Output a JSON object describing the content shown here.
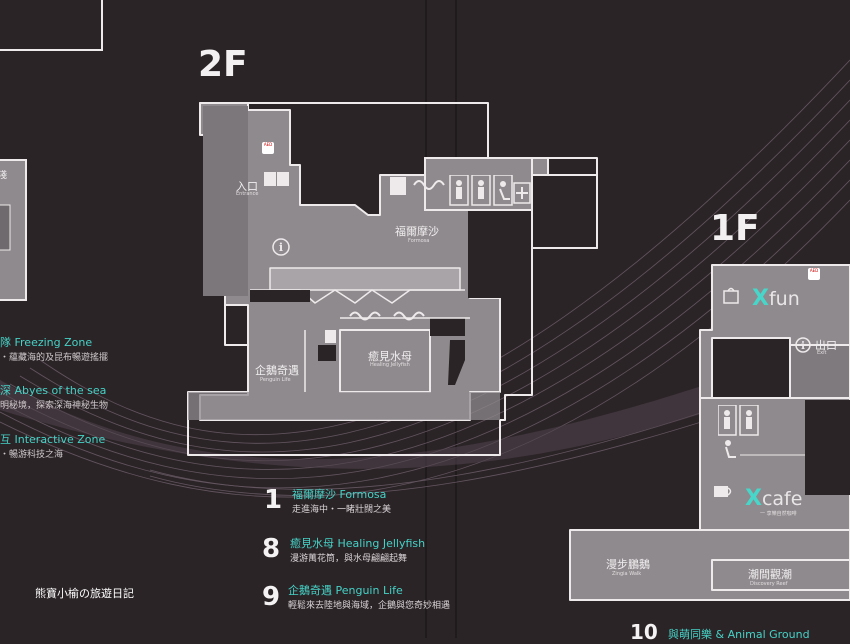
{
  "floors": {
    "upper": "2F",
    "lower": "1F"
  },
  "left_zones": [
    {
      "en": "Freezing Zone",
      "en_prefix": "隊",
      "zh": "・蘊藏海的及昆布暢遊搖擺"
    },
    {
      "en": "Abyes of the sea",
      "en_prefix": "深",
      "zh": "明秘境，探索深海神秘生物"
    },
    {
      "en": "Interactive Zone",
      "en_prefix": "互",
      "zh": "・暢游科技之海"
    }
  ],
  "left_room_label": "淺",
  "map_2f": {
    "entrance_zh": "入口",
    "entrance_en": "Entrance",
    "formosa_zh": "福爾摩沙",
    "formosa_en": "Formosa",
    "penguin_zh": "企鵝奇遇",
    "penguin_en": "Penguin Life",
    "jellyfish_zh": "癒見水母",
    "jellyfish_en": "Healing Jellyfish"
  },
  "map_1f": {
    "fun_brand": "fun",
    "cafe_brand": "cafe",
    "exit_zh": "出口",
    "exit_en": "Exit",
    "zingia_zh": "漫步鵬鵝",
    "zingia_en": "Zingia Walk",
    "discovery_zh": "潮間觀潮",
    "discovery_en": "Discovery Reef",
    "cafe_sub": "一 享樂自然咖啡"
  },
  "legend": [
    {
      "num": "1",
      "title": "福爾摩沙 Formosa",
      "desc": "走進海中・一睹壯闊之美"
    },
    {
      "num": "8",
      "title": "癒見水母 Healing Jellyfish",
      "desc": "漫游萬花筒，與水母翩翩起舞"
    },
    {
      "num": "9",
      "title": "企鵝奇遇 Penguin Life",
      "desc": "輕鬆來去陸地與海域，企鵝與您奇妙相遇"
    },
    {
      "num": "10",
      "title": "與萌同樂 & Animal Ground",
      "desc": ""
    }
  ],
  "icons": {
    "aed": "AED",
    "info": "i",
    "toilet": "toilet-icon",
    "accessible": "wheelchair-icon",
    "first_aid": "+",
    "elevator": "elevator-icon",
    "stairs": "stairs-icon"
  },
  "colors": {
    "background": "#2b2427",
    "map_fill": "#8f8a8d",
    "map_stroke": "#eeeaec",
    "accent": "#45d2c6"
  },
  "watermark": "熊寶小榆の旅遊日記"
}
